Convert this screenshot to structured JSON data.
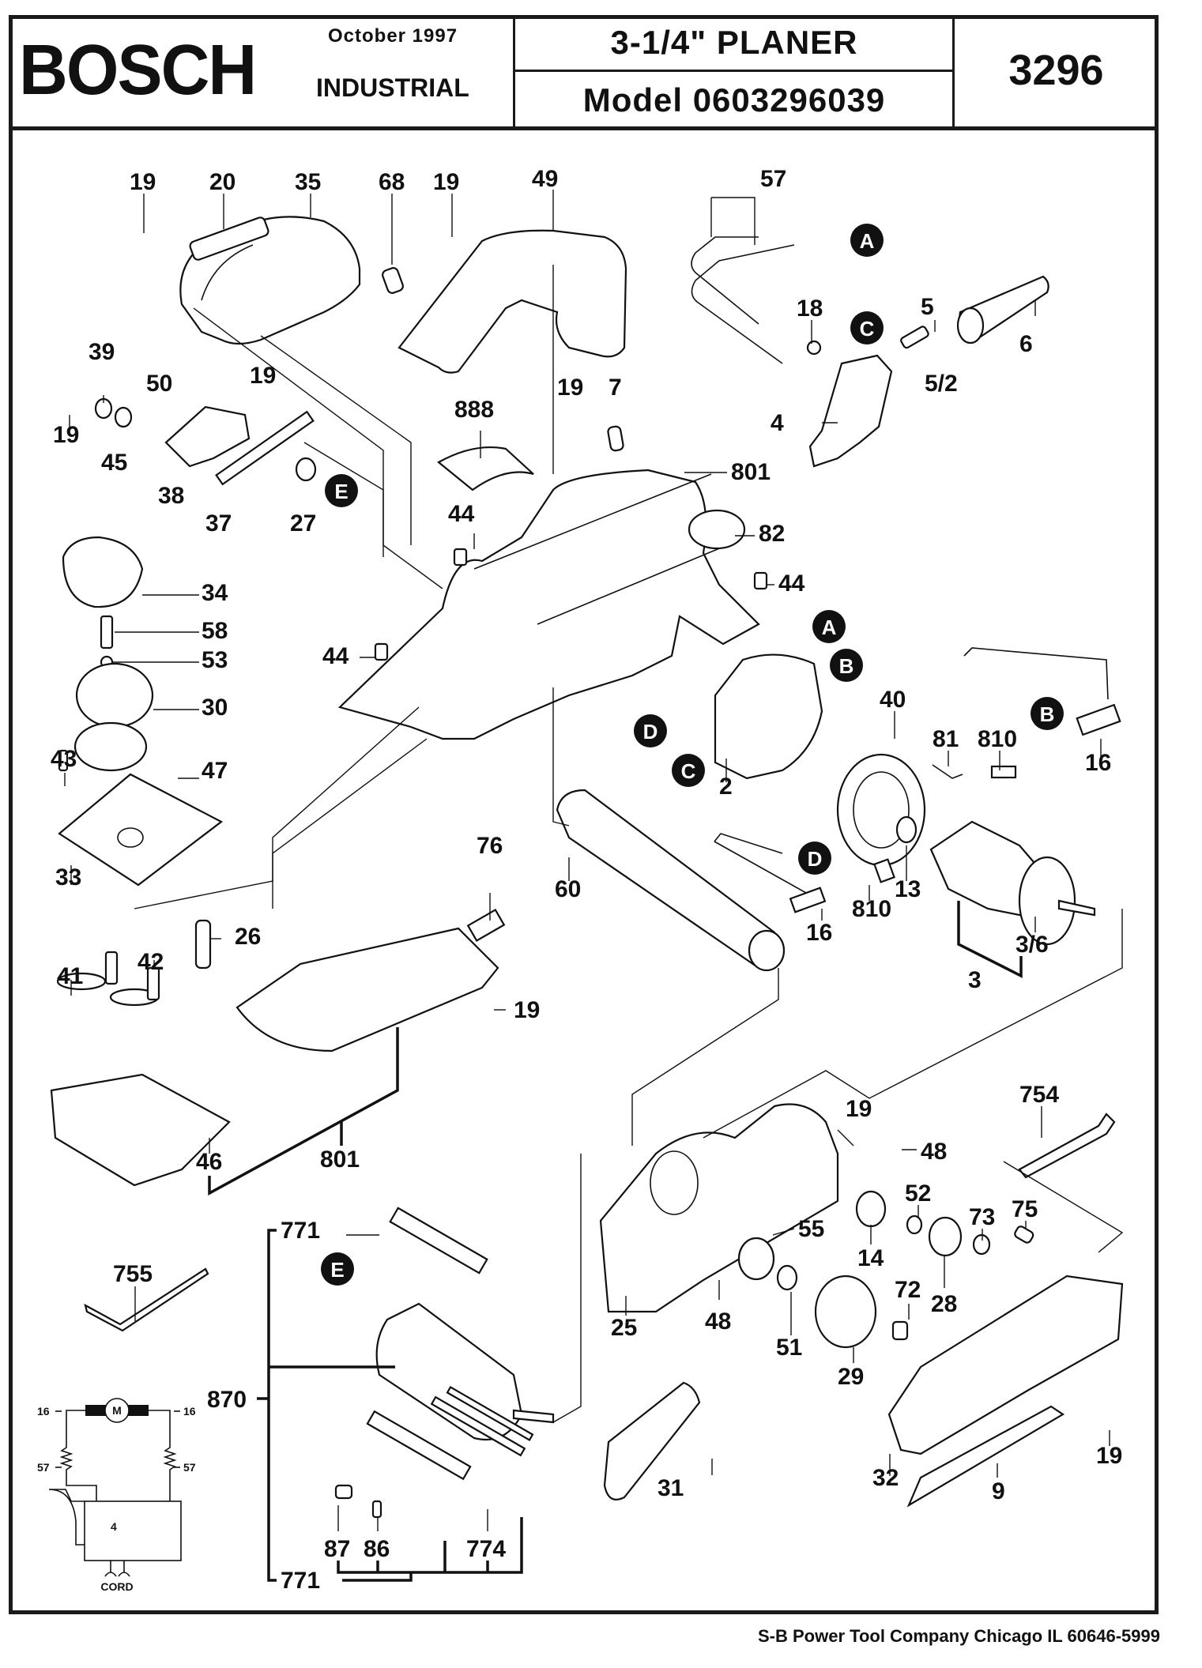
{
  "header": {
    "brand": "BOSCH",
    "date": "October  1997",
    "division": "INDUSTRIAL",
    "title": "3-1/4\"  PLANER",
    "model_label": "Model   0603296039",
    "part_number": "3296"
  },
  "diagram": {
    "labels": [
      {
        "id": "l19a",
        "text": "19"
      },
      {
        "id": "l20",
        "text": "20"
      },
      {
        "id": "l35",
        "text": "35"
      },
      {
        "id": "l68",
        "text": "68"
      },
      {
        "id": "l19b",
        "text": "19"
      },
      {
        "id": "l49",
        "text": "49"
      },
      {
        "id": "l57",
        "text": "57"
      },
      {
        "id": "l18",
        "text": "18"
      },
      {
        "id": "l5",
        "text": "5"
      },
      {
        "id": "l6",
        "text": "6"
      },
      {
        "id": "l52b",
        "text": "5/2"
      },
      {
        "id": "l4",
        "text": "4"
      },
      {
        "id": "l39",
        "text": "39"
      },
      {
        "id": "l50",
        "text": "50"
      },
      {
        "id": "l19c",
        "text": "19"
      },
      {
        "id": "l19d",
        "text": "19"
      },
      {
        "id": "l45",
        "text": "45"
      },
      {
        "id": "l38",
        "text": "38"
      },
      {
        "id": "l37",
        "text": "37"
      },
      {
        "id": "l27",
        "text": "27"
      },
      {
        "id": "l888",
        "text": "888"
      },
      {
        "id": "l19e",
        "text": "19"
      },
      {
        "id": "l7",
        "text": "7"
      },
      {
        "id": "l801a",
        "text": "801"
      },
      {
        "id": "l82",
        "text": "82"
      },
      {
        "id": "l44a",
        "text": "44"
      },
      {
        "id": "l44b",
        "text": "44"
      },
      {
        "id": "l44c",
        "text": "44"
      },
      {
        "id": "l34",
        "text": "34"
      },
      {
        "id": "l58",
        "text": "58"
      },
      {
        "id": "l53",
        "text": "53"
      },
      {
        "id": "l30",
        "text": "30"
      },
      {
        "id": "l43",
        "text": "43"
      },
      {
        "id": "l47",
        "text": "47"
      },
      {
        "id": "l33",
        "text": "33"
      },
      {
        "id": "l40",
        "text": "40"
      },
      {
        "id": "l81",
        "text": "81"
      },
      {
        "id": "l810a",
        "text": "810"
      },
      {
        "id": "l16a",
        "text": "16"
      },
      {
        "id": "l2",
        "text": "2"
      },
      {
        "id": "l13",
        "text": "13"
      },
      {
        "id": "l810b",
        "text": "810"
      },
      {
        "id": "l16b",
        "text": "16"
      },
      {
        "id": "l60",
        "text": "60"
      },
      {
        "id": "l36",
        "text": "3/6"
      },
      {
        "id": "l3",
        "text": "3"
      },
      {
        "id": "l76",
        "text": "76"
      },
      {
        "id": "l26",
        "text": "26"
      },
      {
        "id": "l41",
        "text": "41"
      },
      {
        "id": "l42",
        "text": "42"
      },
      {
        "id": "l19f",
        "text": "19"
      },
      {
        "id": "l46",
        "text": "46"
      },
      {
        "id": "l801b",
        "text": "801"
      },
      {
        "id": "l19g",
        "text": "19"
      },
      {
        "id": "l754",
        "text": "754"
      },
      {
        "id": "l48a",
        "text": "48"
      },
      {
        "id": "l52",
        "text": "52"
      },
      {
        "id": "l73",
        "text": "73"
      },
      {
        "id": "l75",
        "text": "75"
      },
      {
        "id": "l14",
        "text": "14"
      },
      {
        "id": "l55",
        "text": "55"
      },
      {
        "id": "l25",
        "text": "25"
      },
      {
        "id": "l48b",
        "text": "48"
      },
      {
        "id": "l28",
        "text": "28"
      },
      {
        "id": "l51",
        "text": "51"
      },
      {
        "id": "l72",
        "text": "72"
      },
      {
        "id": "l29",
        "text": "29"
      },
      {
        "id": "l755",
        "text": "755"
      },
      {
        "id": "l771a",
        "text": "771"
      },
      {
        "id": "l870",
        "text": "870"
      },
      {
        "id": "l87",
        "text": "87"
      },
      {
        "id": "l86",
        "text": "86"
      },
      {
        "id": "l774",
        "text": "774"
      },
      {
        "id": "l771b",
        "text": "771"
      },
      {
        "id": "l31",
        "text": "31"
      },
      {
        "id": "l32",
        "text": "32"
      },
      {
        "id": "l9",
        "text": "9"
      },
      {
        "id": "l19h",
        "text": "19"
      }
    ],
    "reference_markers": {
      "A": "A",
      "B": "B",
      "C": "C",
      "D": "D",
      "E": "E"
    }
  },
  "wiring": {
    "motor": "M",
    "brush_label": "16",
    "field_label": "57",
    "switch_label": "4",
    "cord_label": "CORD"
  },
  "footer": {
    "company": "S-B Power Tool Company  Chicago IL 60646-5999"
  }
}
